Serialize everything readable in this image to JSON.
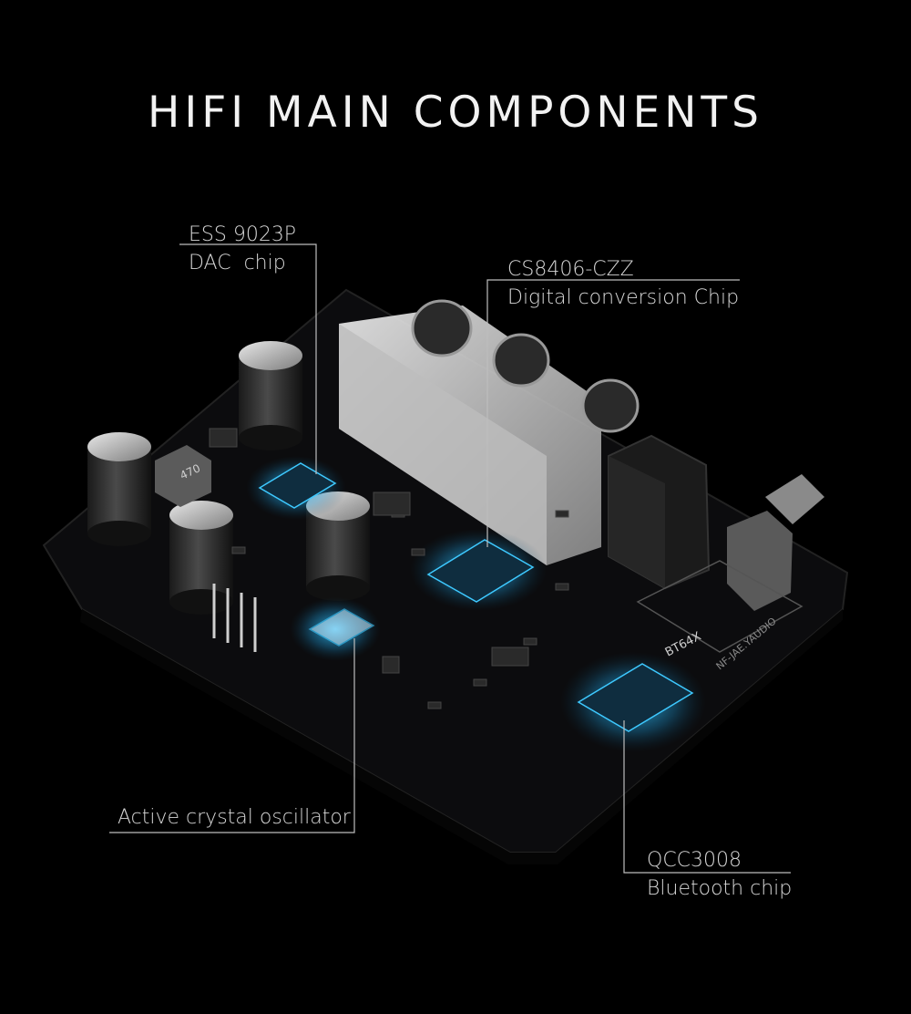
{
  "title": "HIFI MAIN COMPONENTS",
  "callouts": {
    "dac": {
      "line1": "ESS 9023P",
      "line2": "DAC  chip"
    },
    "conversion": {
      "line1": "CS8406-CZZ",
      "line2": "Digital conversion Chip"
    },
    "oscillator": {
      "line1": "Active crystal oscillator"
    },
    "bluetooth": {
      "line1": "QCC3008",
      "line2": "Bluetooth chip"
    }
  },
  "board_markings": {
    "module": "BT64X",
    "silk_model": "NF-JAE.YAUDIO",
    "cap_code": "470"
  },
  "colors": {
    "background": "#000000",
    "text": "#d6d6d6",
    "leader_line": "#bdbdbd",
    "highlight": "#1fb4e6",
    "board": "#0d0d0f"
  }
}
